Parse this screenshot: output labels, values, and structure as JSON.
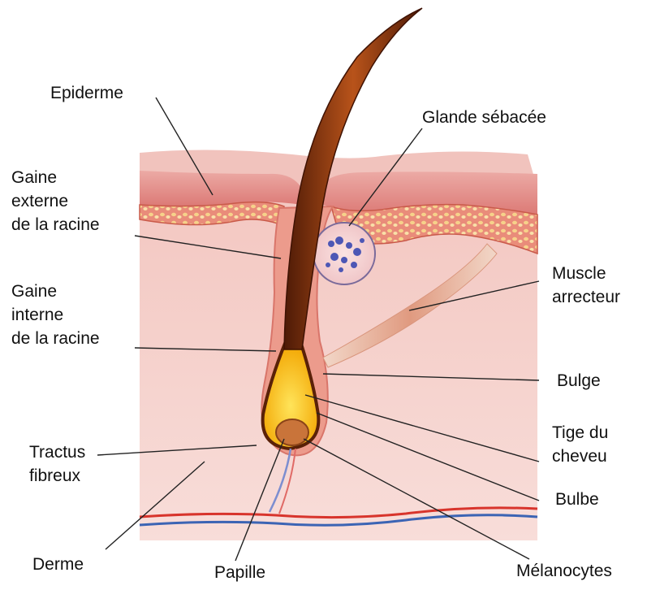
{
  "labels": {
    "epiderme": "Epiderme",
    "glande_sebacee": "Glande sébacée",
    "gaine_externe": "Gaine\nexterne\nde la racine",
    "gaine_interne": "Gaine\ninterne\nde la racine",
    "muscle_arrecteur": "Muscle\narrecteur",
    "bulge": "Bulge",
    "tige_du_cheveu": "Tige du\ncheveu",
    "bulbe": "Bulbe",
    "tractus_fibreux": "Tractus\nfibreux",
    "derme": "Derme",
    "papille": "Papille",
    "melanocytes": "Mélanocytes"
  },
  "colors": {
    "dermis": "#f6d3cf",
    "epidermis": "#e48a86",
    "granular_layer": "#ec9a86",
    "hair_shaft": "#7a2e0f",
    "hair_inner": "#f4b000",
    "muscle": "#e7a98e",
    "vein": "#3c64b4",
    "artery": "#d8342c"
  }
}
